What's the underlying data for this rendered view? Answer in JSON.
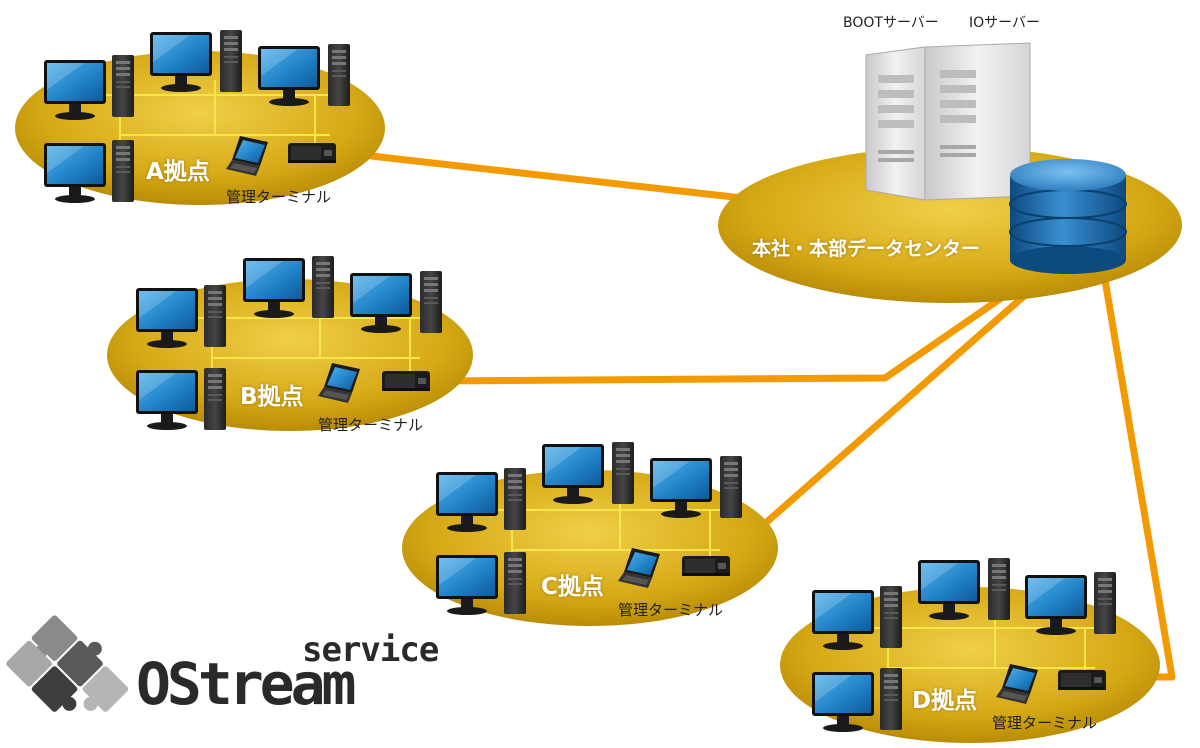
{
  "headquarters": {
    "label": "本社・本部データセンター",
    "servers": [
      "BOOTサーバー",
      "IOサーバー"
    ]
  },
  "sites": [
    {
      "id": "A",
      "label": "A拠点",
      "terminal_label": "管理ターミナル"
    },
    {
      "id": "B",
      "label": "B拠点",
      "terminal_label": "管理ターミナル"
    },
    {
      "id": "C",
      "label": "C拠点",
      "terminal_label": "管理ターミナル"
    },
    {
      "id": "D",
      "label": "D拠点",
      "terminal_label": "管理ターミナル"
    }
  ],
  "logo": {
    "line1": "service",
    "line2": "OStream"
  },
  "colors": {
    "ellipse": "#d4a915",
    "link": "#f39a00",
    "lan": "#f5e64a",
    "monitor_screen": "#1e7fc4",
    "database": "#1f6fb0",
    "server_body": "#e8e8e8"
  },
  "icons": [
    "monitor-icon",
    "tower-pc-icon",
    "laptop-icon",
    "terminal-device-icon",
    "server-icon",
    "database-icon",
    "puzzle-icon"
  ]
}
